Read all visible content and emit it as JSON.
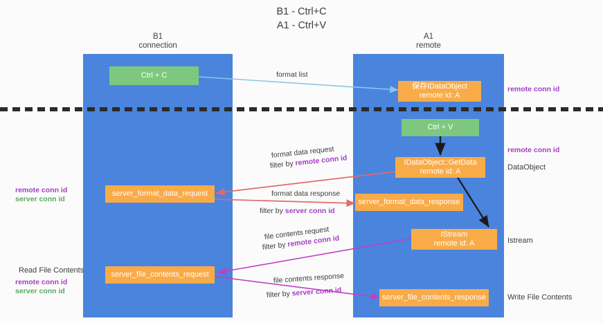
{
  "title": "B1 - Ctrl+C\nA1 - Ctrl+V",
  "columns": {
    "left": {
      "header": "B1\nconnection"
    },
    "right": {
      "header": "A1\nremote"
    }
  },
  "colors": {
    "column_blue": "#4a84dd",
    "box_green": "#7dc87e",
    "box_orange": "#f9ab48",
    "accent_purple": "#a33fc4",
    "accent_green": "#5aa95e",
    "arrow_lightblue": "#8cc4ea",
    "arrow_red": "#e26a6a",
    "arrow_magenta": "#c23fc2",
    "arrow_black": "#1a1a1a",
    "dash_line": "#2b2b2b"
  },
  "boxes": {
    "ctrl_c": "Ctrl + C",
    "ctrl_v": "Ctrl + V",
    "save_idataobject": "保存IDataObject\nremote id: A",
    "getdata": "IDataObject::GetData\nremote id: A",
    "istream": "IStream\nremote id: A",
    "server_format_data_request": "server_format_data_request",
    "server_format_data_response": "server_format_data_response",
    "server_file_contents_request": "server_file_contents_request",
    "server_file_contents_response": "server_file_contents_response"
  },
  "arrow_labels": {
    "format_list": "format list",
    "format_data_request": "format data request",
    "format_data_request_filter_prefix": "filter by ",
    "format_data_request_filter_key": "remote conn id",
    "format_data_response": "format data response",
    "format_data_response_filter_prefix": "filter by ",
    "format_data_response_filter_key": "server conn id",
    "file_contents_request": "file contents request",
    "file_contents_request_filter_prefix": "filter by ",
    "file_contents_request_filter_key": "remote conn id",
    "file_contents_response": "file contents response",
    "file_contents_response_filter_prefix": "filter by ",
    "file_contents_response_filter_key": "server conn id"
  },
  "annotations": {
    "left_mid_remote": "remote conn id",
    "left_mid_server": "server conn id",
    "left_read_file_contents": "Read File Contents",
    "left_bottom_remote": "remote conn id",
    "left_bottom_server": "server conn id",
    "right_top_remote": "remote conn id",
    "right_mid_remote": "remote conn id",
    "right_dataobject": "DataObject",
    "right_istream": "Istream",
    "right_write_file_contents": "Write File Contents"
  }
}
